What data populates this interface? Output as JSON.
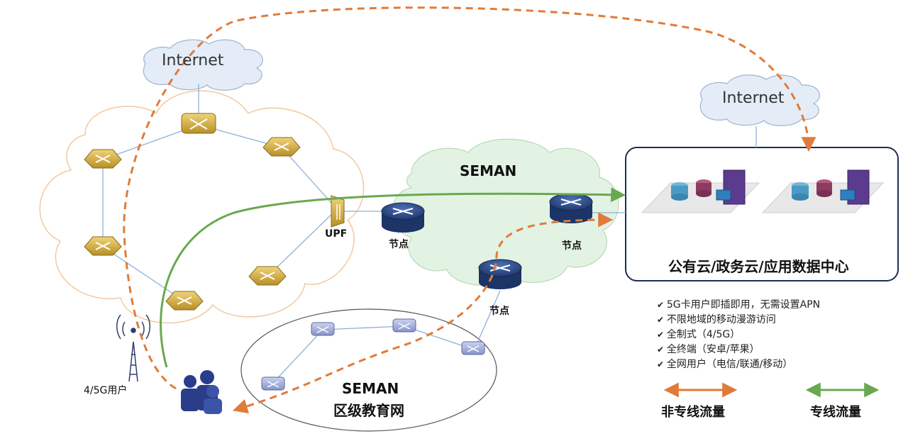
{
  "labels": {
    "internet_left": "Internet",
    "internet_right": "Internet",
    "upf": "UPF",
    "seman_core": "SEMAN",
    "node_1": "节点",
    "node_2": "节点",
    "node_3": "节点",
    "user_label": "4/5G用户",
    "seman_edu_line1": "SEMAN",
    "seman_edu_line2": "区级教育网",
    "datacenter": "公有云/政务云/应用数据中心"
  },
  "features": [
    "5G卡用户即插即用，无需设置APN",
    "不限地域的移动漫游访问",
    "全制式（4/5G）",
    "全终端（安卓/苹果）",
    "全网用户（电信/联通/移动）"
  ],
  "legend": {
    "nondedicated": {
      "label": "非专线流量",
      "color": "#e07b39"
    },
    "dedicated": {
      "label": "专线流量",
      "color": "#6aa84f"
    }
  },
  "colors": {
    "link": "#8fb0d8",
    "router": "#2f4f8f",
    "switch": "#c9a43a",
    "cloud_green": "#e3f3e3"
  }
}
